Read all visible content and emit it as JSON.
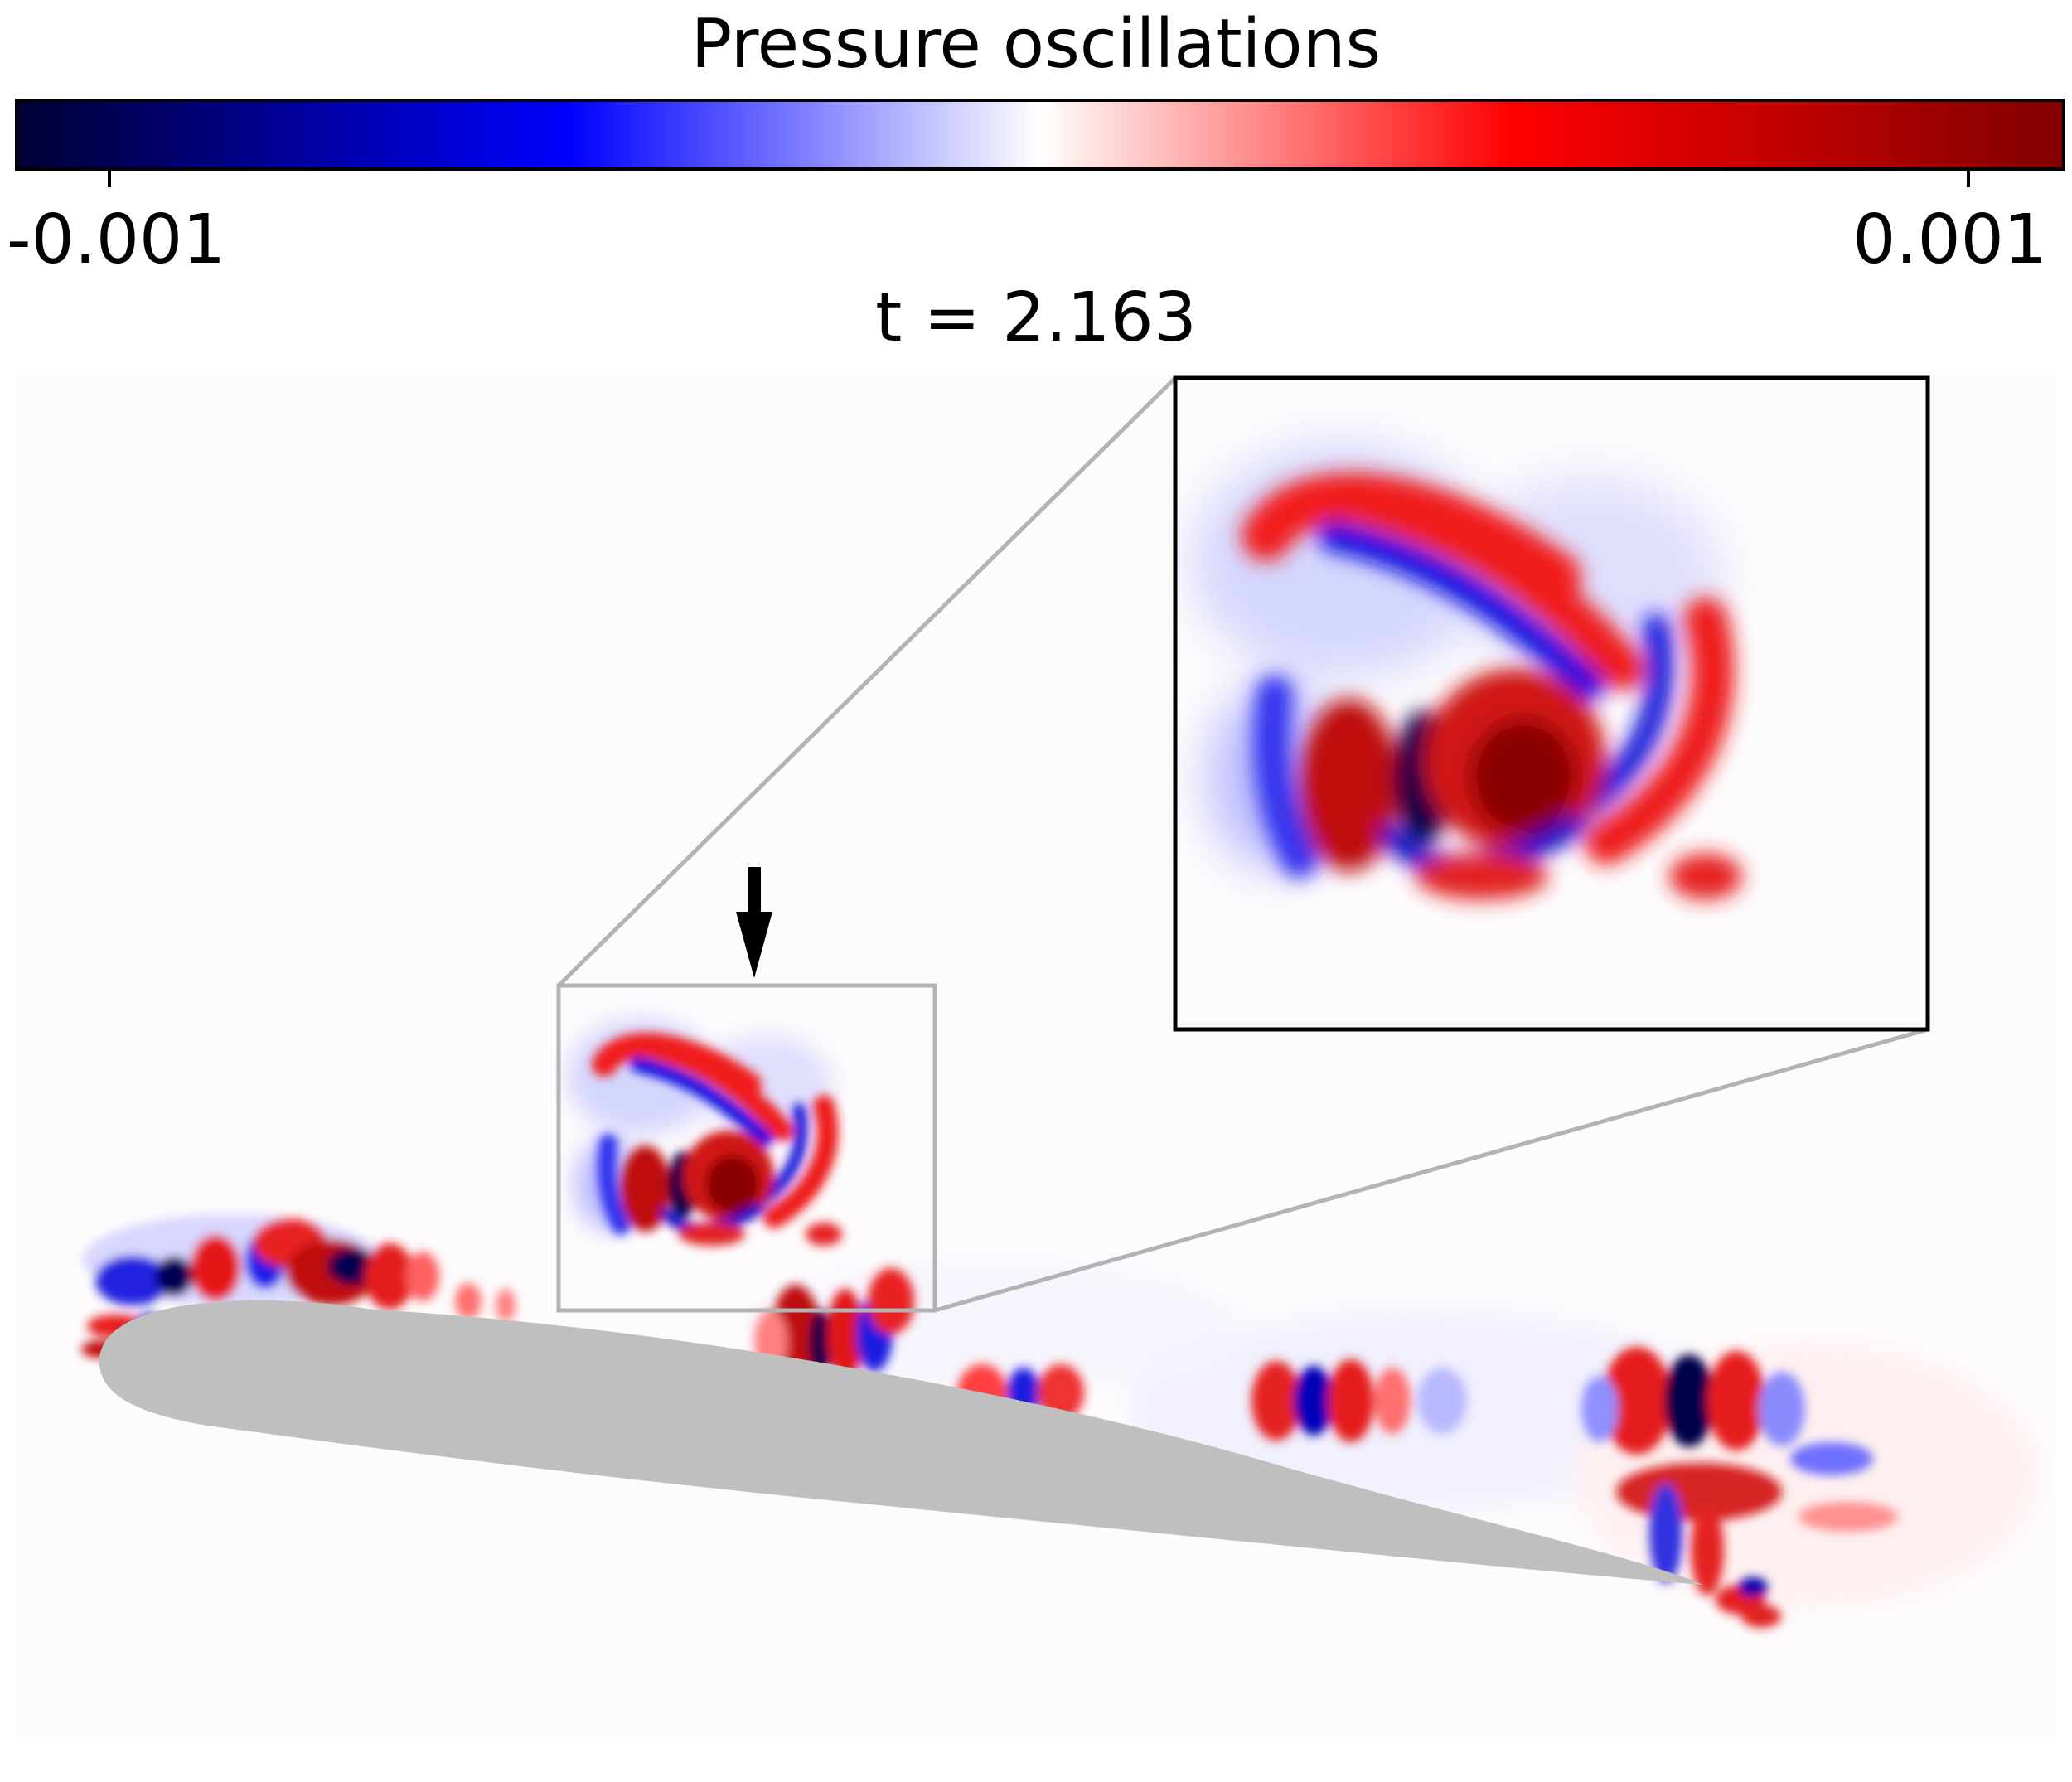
{
  "colorbar": {
    "title": "Pressure oscillations",
    "min_label": "-0.001",
    "max_label": "0.001",
    "min": -0.001,
    "max": 0.001,
    "colormap": "seismic",
    "colors": [
      "#000033",
      "#0000ff",
      "#ffffff",
      "#ff0000",
      "#800000"
    ]
  },
  "time_label": "t = 2.163",
  "figure": {
    "background": "#fdfbfc",
    "airfoil_color": "#bfbfbf",
    "zoom_source_frame_color": "#b3b3b3",
    "zoom_inset_frame_color": "#000000",
    "arrow_icon": "down-arrow-icon"
  }
}
